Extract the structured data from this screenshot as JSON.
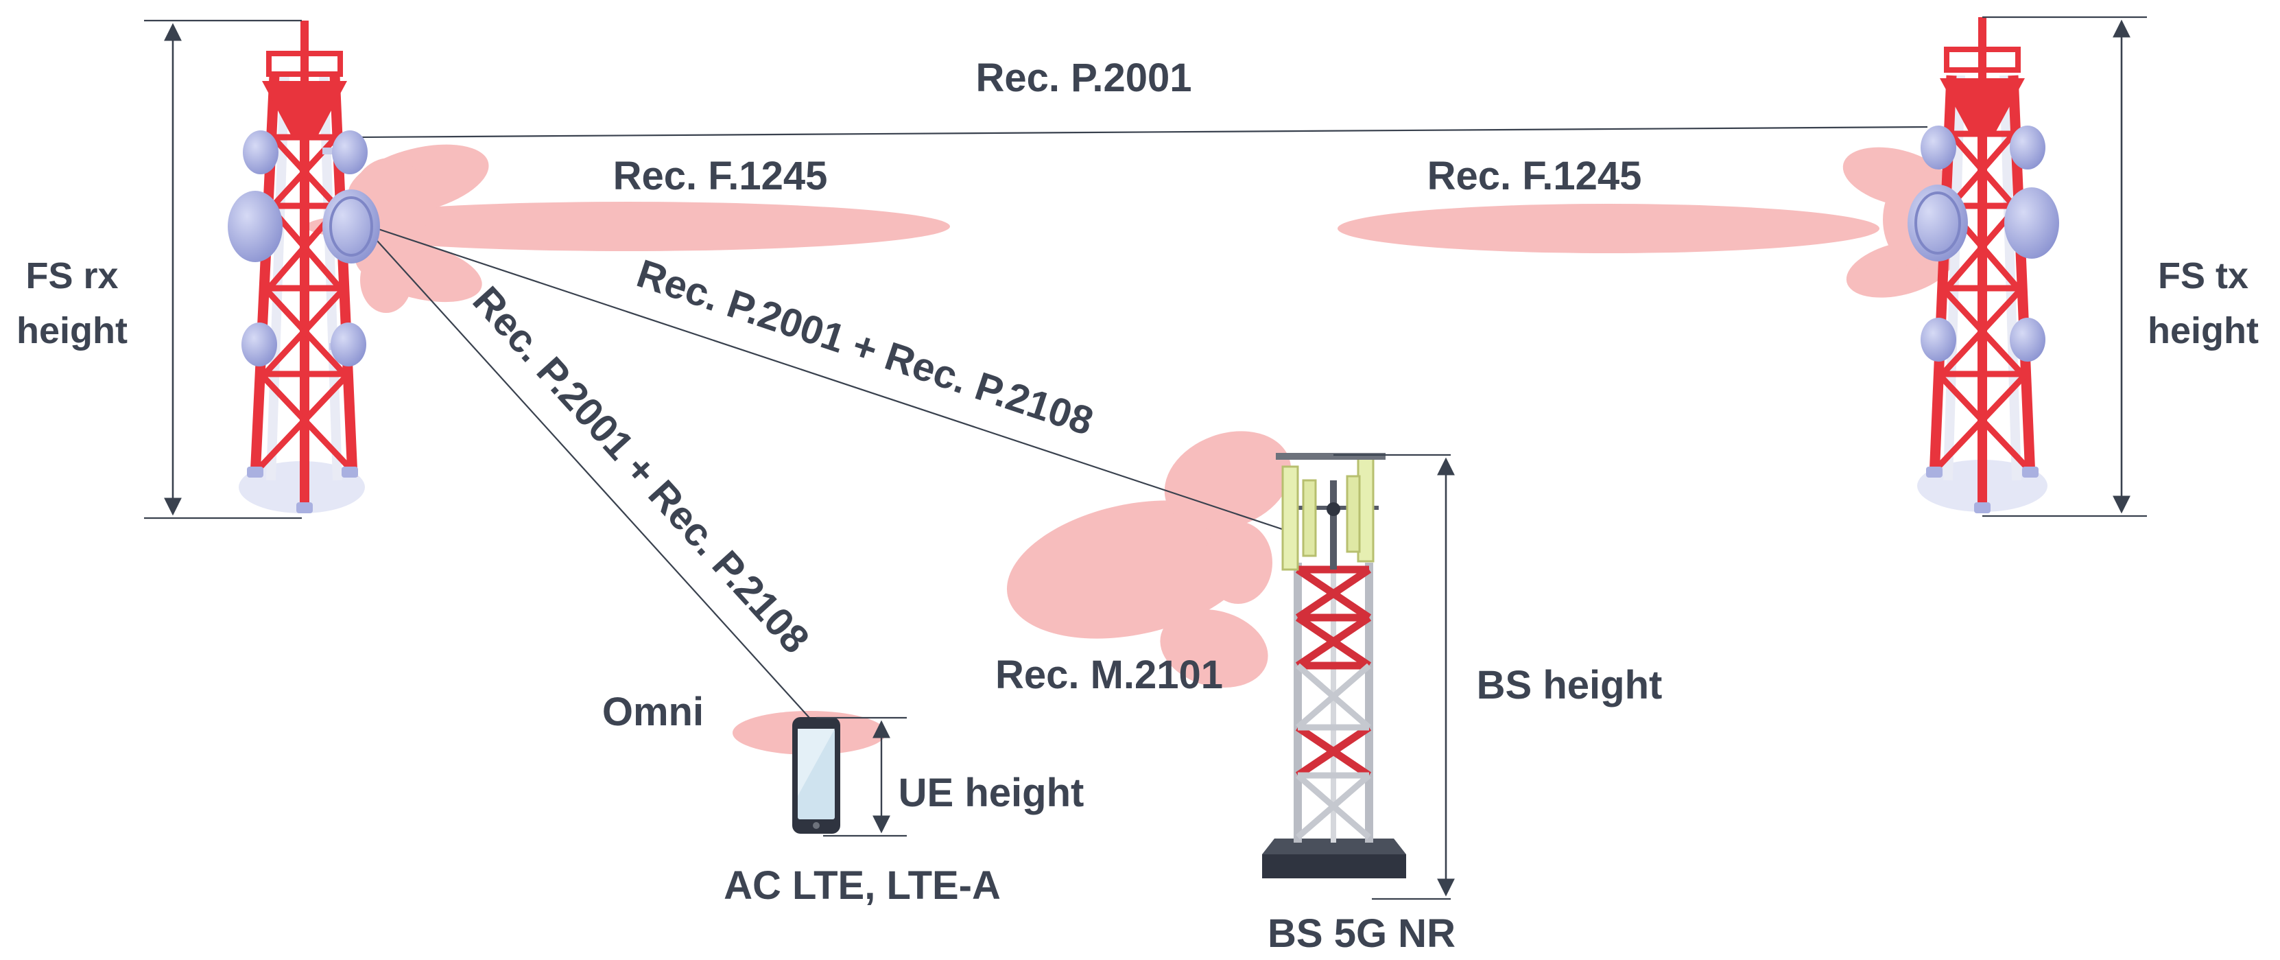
{
  "labels": {
    "p2001_top": "Rec. P.2001",
    "f1245_left": "Rec. F.1245",
    "f1245_right": "Rec. F.1245",
    "fs_rx_l1": "FS rx",
    "fs_rx_l2": "height",
    "fs_tx_l1": "FS tx",
    "fs_tx_l2": "height",
    "p2001_p2108_bs": "Rec. P.2001 + Rec. P.2108",
    "p2001_p2108_ue": "Rec. P.2001 + Rec. P.2108",
    "m2101": "Rec. M.2101",
    "bs_height": "BS height",
    "omni": "Omni",
    "ue_height": "UE height",
    "ue_name": "AC LTE, LTE-A",
    "bs_name": "BS 5G NR"
  },
  "icons": {
    "fs_rx_tower": "lattice-tower-icon",
    "fs_tx_tower": "lattice-tower-icon",
    "bs_tower": "base-station-tower-icon",
    "ue_device": "smartphone-icon"
  },
  "colors": {
    "tower_red": "#e8343d",
    "tower_white": "#e9ebf5",
    "dish_blue": "#9ea5de",
    "lobe_pink": "#f7b8b8",
    "panel_green": "#e6efb2",
    "text": "#3d4452",
    "line": "#39414e"
  }
}
